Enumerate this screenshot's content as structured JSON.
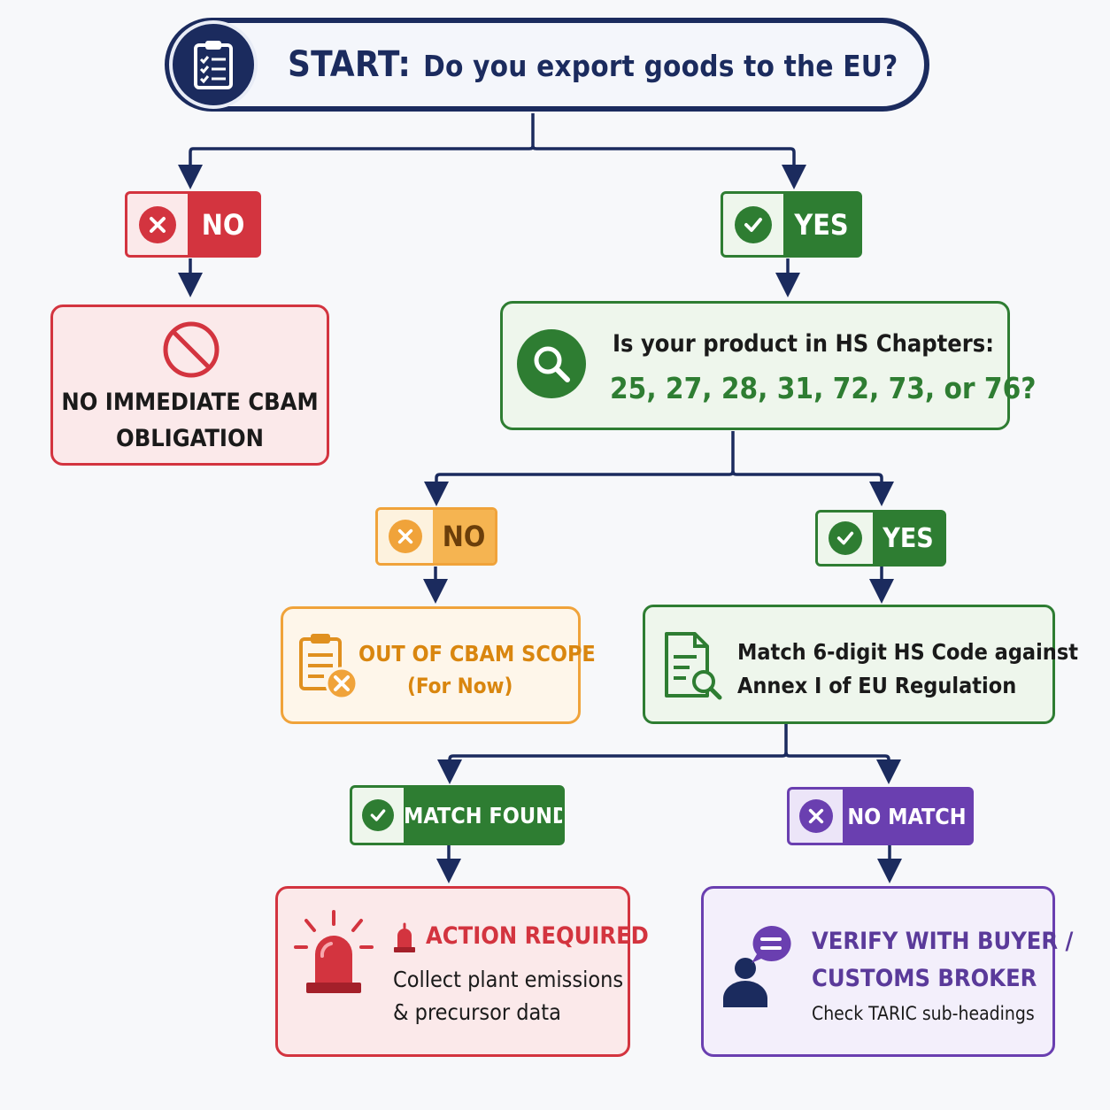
{
  "start": {
    "lead": "START:",
    "question": "Do you export goods to the EU?",
    "icon": "clipboard-checklist-icon"
  },
  "eu_no": {
    "label": "NO",
    "icon": "x-circle-icon",
    "color": "#d3343f"
  },
  "eu_yes": {
    "label": "YES",
    "icon": "check-circle-icon",
    "color": "#2e7d32"
  },
  "no_obligation": {
    "line1": "NO IMMEDIATE CBAM",
    "line2": "OBLIGATION",
    "icon": "prohibited-icon"
  },
  "hs_question": {
    "line1": "Is your product in HS Chapters:",
    "line2": "25, 27, 28, 31, 72, 73, or 76?",
    "icon": "magnifier-icon"
  },
  "hs_no": {
    "label": "NO",
    "icon": "x-circle-icon",
    "color": "#f0a33a"
  },
  "hs_yes": {
    "label": "YES",
    "icon": "check-circle-icon",
    "color": "#2e7d32"
  },
  "out_of_scope": {
    "line1": "OUT OF CBAM SCOPE",
    "line2": "(For Now)",
    "icon": "clipboard-x-icon"
  },
  "match_step": {
    "line1": "Match 6-digit HS Code against",
    "line2": "Annex I of EU Regulation",
    "icon": "document-search-icon"
  },
  "match_found": {
    "label": "MATCH FOUND",
    "icon": "check-circle-icon",
    "color": "#2e7d32"
  },
  "no_match": {
    "label": "NO MATCH",
    "icon": "x-circle-icon",
    "color": "#6a3fb0"
  },
  "action": {
    "title": "ACTION REQUIRED",
    "line1": "Collect plant emissions",
    "line2": "& precursor data",
    "icon": "siren-icon"
  },
  "verify": {
    "title1": "VERIFY WITH BUYER /",
    "title2": "CUSTOMS BROKER",
    "sub": "Check TARIC sub-headings",
    "icon": "person-chat-icon"
  },
  "colors": {
    "navy": "#1b2b5e",
    "red": "#d3343f",
    "green": "#2e7d32",
    "orange": "#f0a33a",
    "purple": "#6a3fb0"
  }
}
